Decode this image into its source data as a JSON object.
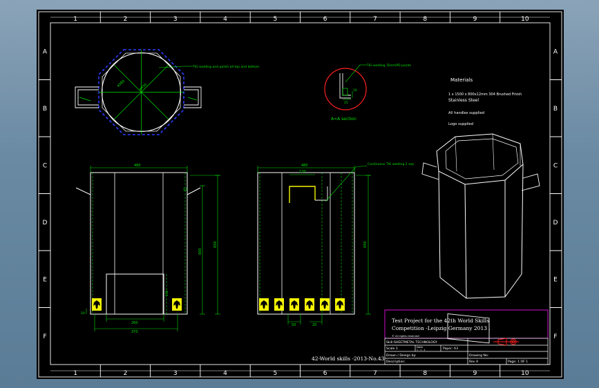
{
  "frame": {
    "columns": [
      "1",
      "2",
      "3",
      "4",
      "5",
      "6",
      "7",
      "8",
      "9",
      "10"
    ],
    "rows": [
      "A",
      "B",
      "C",
      "D",
      "E",
      "F"
    ]
  },
  "top_view": {
    "note": "TIG welding and polish all top and bottom",
    "dim_inner": "ø380",
    "dim_outer": "ø430"
  },
  "section": {
    "note": "TIG welding 35mmPD points",
    "dim_a": "10",
    "dim_b": "25",
    "label": "A=A section"
  },
  "materials": {
    "title": "Materials",
    "line1": "1 x 1500 x 800x12mm 304 Brushed Finish",
    "line2": "Stainless Steel",
    "line3": "All handles supplied",
    "line4": "Logo supplied"
  },
  "front_view": {
    "dim_width": "480",
    "dim_height_inner": "600",
    "dim_height_total": "650",
    "dim_right_small": "12",
    "dim_door_h": "150",
    "dim_bottom_inner": "260",
    "dim_bottom_outer": "370",
    "dim_left_small": "20"
  },
  "side_view": {
    "note": "Continuous TIG welding 2 sep",
    "dim_width": "480",
    "dim_handle": "120",
    "dim_height_total": "650",
    "dim_logo_a": "50",
    "dim_logo_b": "20"
  },
  "title_block": {
    "project_line1": "Test Project for the 42th World Skills",
    "project_line2": "Competition -Leipzig Germany 2013 .",
    "rights": "© All rights reserved",
    "skill": "Skill:SHEETMETAL TECHNOLOGY",
    "scale": "Scale 1",
    "date_label": "Date",
    "date_value": "1 - 1 - 1",
    "paper": "Paper: A3",
    "drawn": "Drawn / Design by:",
    "drawing_no": "Drawing No:",
    "description": "Description:",
    "rev": "Rev A",
    "page": "Page: 1 OF 1"
  },
  "footer_label": "42-World skills -2013-No.43",
  "colors": {
    "frame": "#ffffff",
    "green": "#00e000",
    "blue": "#2a3cff",
    "yellow": "#f5f500",
    "red": "#ff2020",
    "magenta": "#d010d0"
  }
}
